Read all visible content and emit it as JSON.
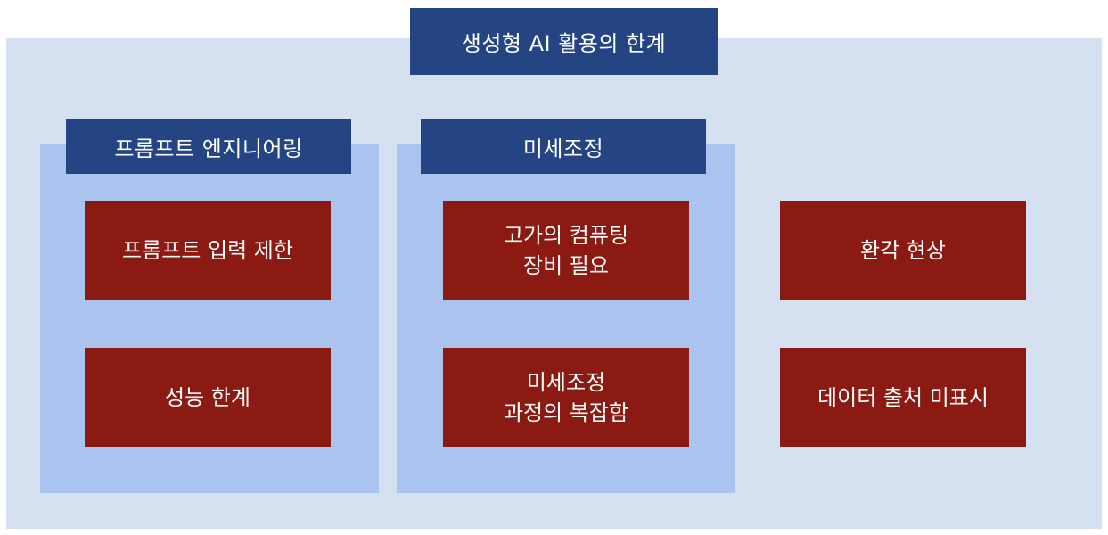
{
  "title": "생성형 AI 활용의 한계",
  "groups": [
    {
      "label": "프롬프트 엔지니어링",
      "items": [
        "프롬프트 입력 제한",
        "성능 한계"
      ]
    },
    {
      "label": "미세조정",
      "items": [
        "고가의 컴퓨팅\n장비 필요",
        "미세조정\n과정의 복잡함"
      ]
    }
  ],
  "standalone_items": [
    "환각 현상",
    "데이터 출처 미표시"
  ],
  "colors": {
    "outer_background": "#d5e1f1",
    "group_background": "#abc3ef",
    "header_fill": "#244484",
    "item_fill": "#8b1a13",
    "text": "#ffffff"
  }
}
